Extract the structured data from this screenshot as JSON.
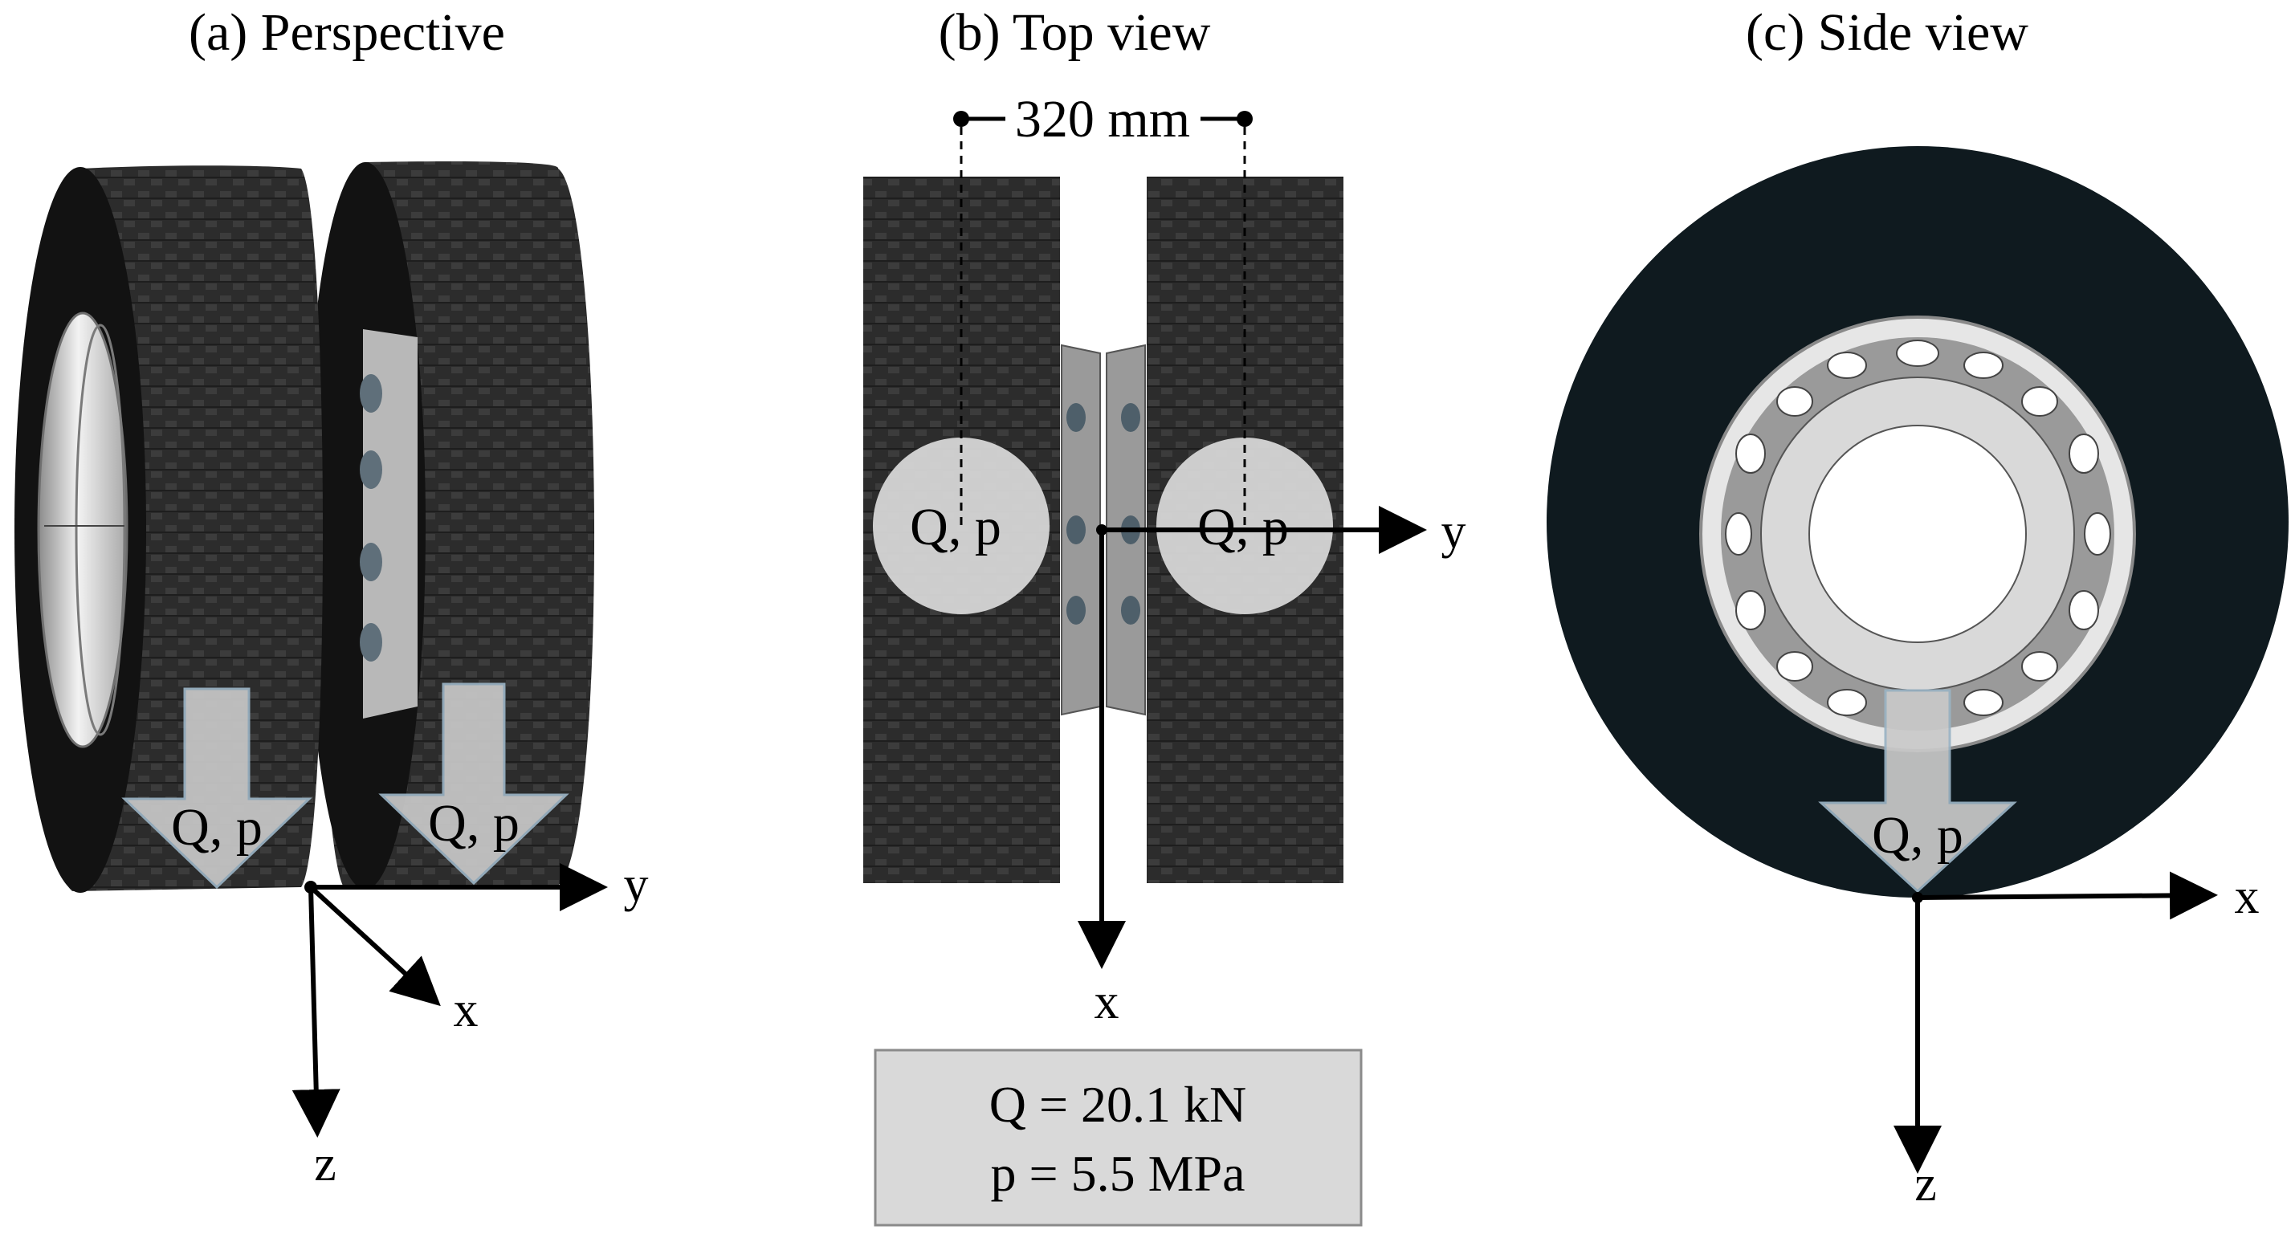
{
  "panels": {
    "a": {
      "title": "(a) Perspective",
      "load_left": "Q, p",
      "load_right": "Q, p",
      "axis_y": "y",
      "axis_x": "x",
      "axis_z": "z"
    },
    "b": {
      "title": "(b) Top view",
      "spacing": "320 mm",
      "load_left": "Q, p",
      "load_right": "Q, p",
      "axis_y": "y",
      "axis_x": "x"
    },
    "c": {
      "title": "(c) Side view",
      "load": "Q, p",
      "axis_x": "x",
      "axis_z": "z"
    }
  },
  "info_box": {
    "line1": "Q = 20.1 kN",
    "line2": "p = 5.5 MPa"
  },
  "colors": {
    "tire": "#2b2b2b",
    "tire_side": "#121212",
    "tire_dark": "#0f1a1f",
    "rim_light": "#e6e6e6",
    "rim_mid": "#9a9a9a",
    "load_arrow": "#c9c9c9",
    "load_circle": "#d6d6d6",
    "info_box_fill": "#d9d9d9"
  },
  "icons": [
    "tire-icon",
    "rim-icon",
    "load-arrow-icon",
    "axis-arrow-icon"
  ]
}
